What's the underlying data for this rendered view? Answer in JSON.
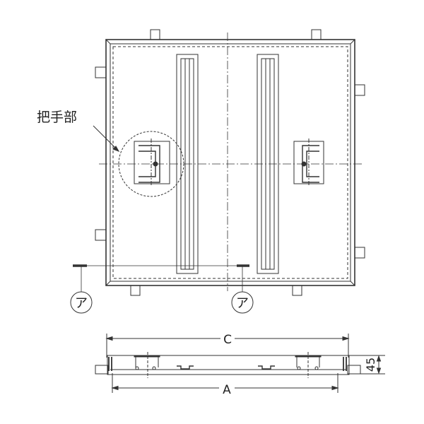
{
  "labels": {
    "handle_part": "把手部",
    "section_mark_left": "ア",
    "section_mark_right": "ア",
    "dim_c": "C",
    "dim_a": "A",
    "dim_height": "45"
  },
  "colors": {
    "line": "#333333",
    "background": "#ffffff"
  }
}
